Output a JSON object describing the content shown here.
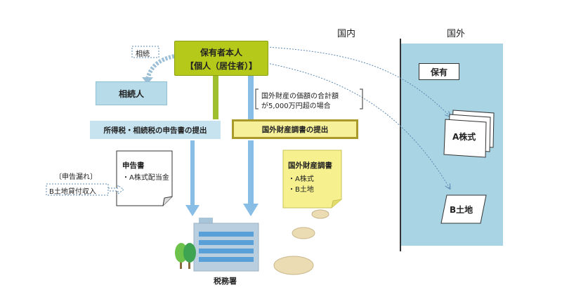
{
  "regions": {
    "domestic": "国内",
    "foreign": "国外"
  },
  "owner": {
    "line1": "保有者本人",
    "line2": "【個人（居住者）】"
  },
  "inheritance_tag": "相続",
  "heir": "相続人",
  "bar_income_tax": "所得税・相続税の申告書の提出",
  "bar_foreign_report": "国外財産調書の提出",
  "condition": {
    "line1": "国外財産の価額の合計額",
    "line2": "が5,000万円超の場合"
  },
  "return_doc": {
    "title": "申告書",
    "item1": "・A株式配当金"
  },
  "report_doc": {
    "title": "国外財産調書",
    "item1": "・A株式",
    "item2": "・B土地"
  },
  "omission_label": "〔申告漏れ〕",
  "land_rent_label": "B土地貸付収入",
  "tax_office": "税務署",
  "foreign_box": {
    "holding": "保有",
    "stock": "A株式",
    "land": "B土地"
  },
  "colors": {
    "owner_fill": "#b5c91a",
    "heir_fill": "#b7dbe8",
    "bar_blue": "#c7e3ef",
    "bar_yellow": "#f7f09a",
    "foreign_bg": "#a9d4e3",
    "arrow_blue": "#88bde6",
    "arrow_green": "#9fbf2e",
    "memo_yellow": "#f6f18e",
    "stone": "#ecdcb4"
  }
}
